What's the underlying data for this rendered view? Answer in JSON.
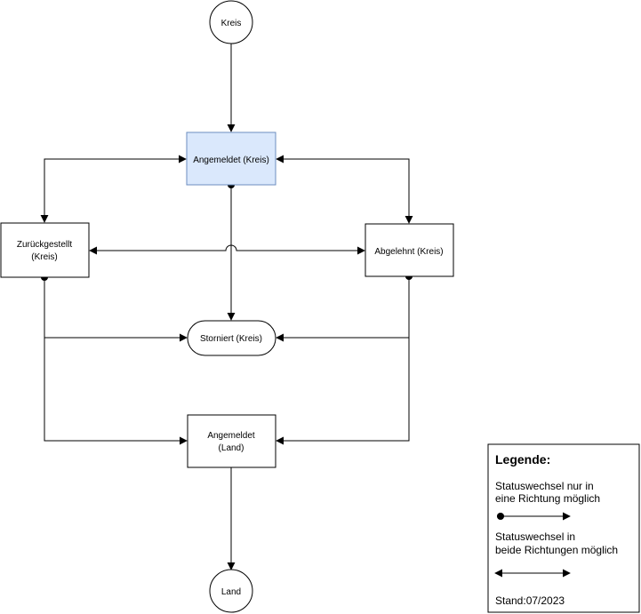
{
  "nodes": {
    "kreis_start": {
      "label": "Kreis"
    },
    "angemeldet_kreis": {
      "label": "Angemeldet (Kreis)"
    },
    "zurueckgestellt": {
      "line1": "Zurückgestellt",
      "line2": "(Kreis)"
    },
    "abgelehnt": {
      "label": "Abgelehnt (Kreis)"
    },
    "storniert": {
      "label": "Storniert (Kreis)"
    },
    "angemeldet_land": {
      "line1": "Angemeldet",
      "line2": "(Land)"
    },
    "land_end": {
      "label": "Land"
    }
  },
  "legend": {
    "title": "Legende:",
    "one_way_line1": "Statuswechsel nur in",
    "one_way_line2": "eine Richtung möglich",
    "two_way_line1": "Statuswechsel in",
    "two_way_line2": "beide Richtungen möglich",
    "stand": "Stand:07/2023"
  },
  "colors": {
    "highlight_fill": "#dae8fc",
    "highlight_stroke": "#6c8ebf",
    "line": "#000000"
  }
}
